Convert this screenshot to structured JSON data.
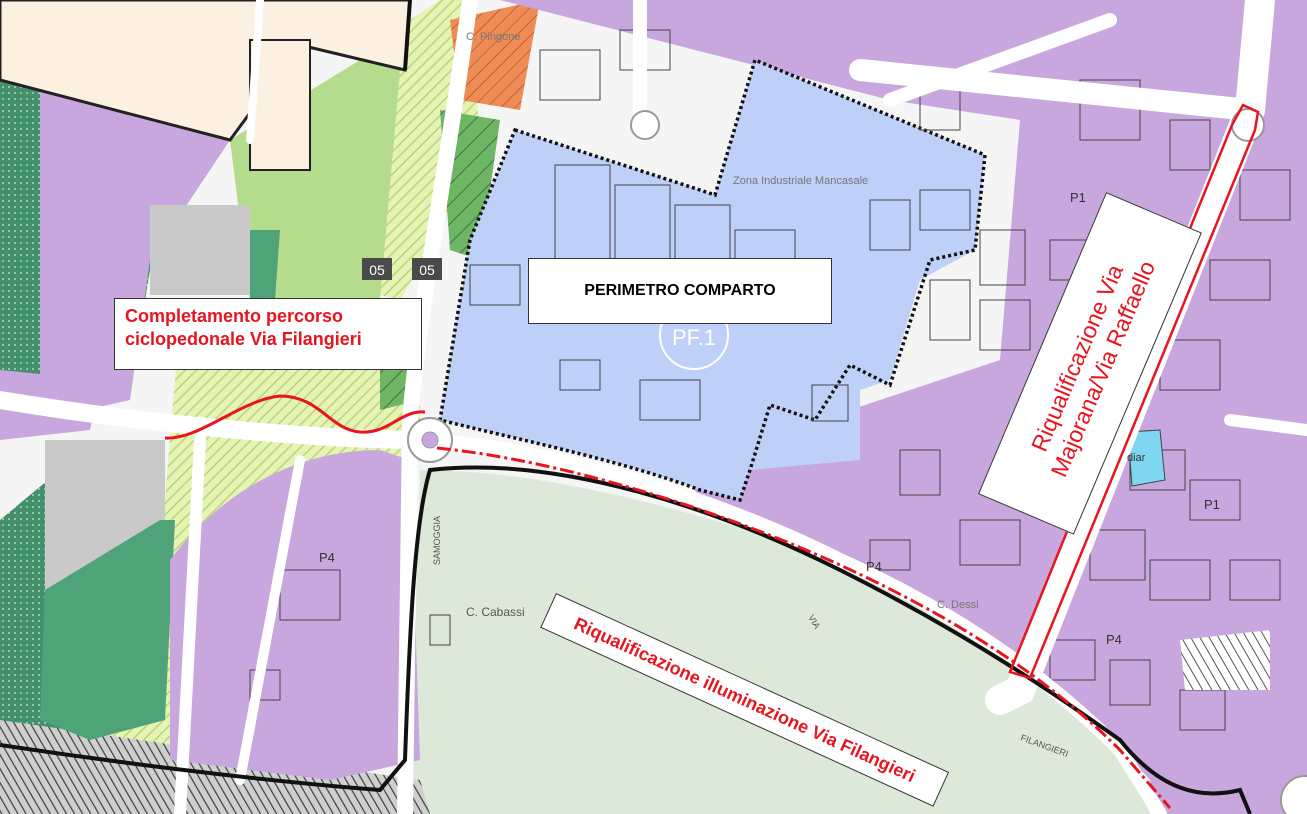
{
  "map": {
    "locality_labels": {
      "zona_industriale": "Zona Industriale Mancasale",
      "c_cabassi": "C. Cabassi",
      "c_dessi": "C. Dessi",
      "c_pingone": "C. Pingone"
    },
    "road_labels": {
      "samoggia": "SAMOGGIA",
      "filangieri": "FILANGIERI",
      "via": "VIA"
    },
    "zone_codes": {
      "p1_upper": "P1",
      "p1_lower": "P1",
      "p4_left": "P4",
      "p4_center": "P4",
      "p4_right": "P4",
      "pf1": "PF.1",
      "code_05_a": "05",
      "code_05_b": "05",
      "diar": "diar"
    },
    "callouts": {
      "perimetro": "PERIMETRO COMPARTO",
      "percorso_line1": "Completamento percorso",
      "percorso_line2": "ciclopedonale Via Filangieri",
      "illuminazione": "Riqualificazione illuminazione Via Filangieri",
      "riqualificazione_line1": "Riqualificazione Via",
      "riqualificazione_line2": "Majorana/Via Raffaello"
    },
    "colors": {
      "industrial_zone": "#c7a7de",
      "compartment": "#bed0f7",
      "agricultural": "#dde9d8",
      "green_light": "#b5db8c",
      "green_hatched": "#ddf0a6",
      "green_dark": "#4fa379",
      "green_dotted": "#43916b",
      "gray_area": "#c9c9c9",
      "residential": "#fcf0e0",
      "orange_zone": "#ef8b55",
      "blue_pond": "#7ed6f0",
      "highlight_red": "#e8141e",
      "boundary_black": "#111111"
    }
  }
}
